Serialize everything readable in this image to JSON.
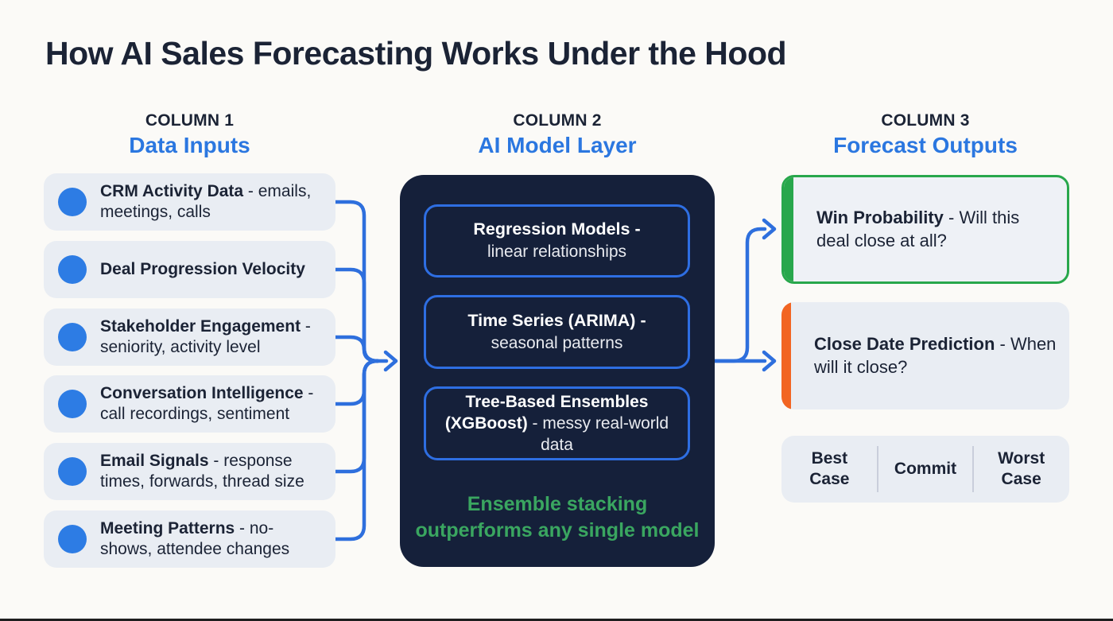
{
  "title": "How AI Sales Forecasting Works Under the Hood",
  "columns": {
    "inputs": {
      "eyebrow": "COLUMN 1",
      "heading": "Data Inputs"
    },
    "model": {
      "eyebrow": "COLUMN 2",
      "heading": "AI Model Layer"
    },
    "outputs": {
      "eyebrow": "COLUMN 3",
      "heading": "Forecast Outputs"
    }
  },
  "inputs": [
    {
      "name": "CRM Activity Data",
      "detail": " - emails, meetings, calls"
    },
    {
      "name": "Deal Progression Velocity",
      "detail": ""
    },
    {
      "name": "Stakeholder Engagement",
      "detail": " - seniority, activity level"
    },
    {
      "name": "Conversation Intelligence",
      "detail": " - call recordings, sentiment"
    },
    {
      "name": "Email Signals",
      "detail": " - response times, forwards, thread size"
    },
    {
      "name": "Meeting Patterns",
      "detail": " - no-shows, attendee changes"
    }
  ],
  "models": [
    {
      "name": "Regression Models -",
      "detail": "linear relationships"
    },
    {
      "name": "Time Series (ARIMA) -",
      "detail": "seasonal patterns"
    },
    {
      "name": "Tree-Based Ensembles (XGBoost)",
      "detail": " - messy real-world data"
    }
  ],
  "model_note": "Ensemble stacking outperforms any single model",
  "outputs": [
    {
      "name": "Win Probability",
      "detail": " - Will this deal close at all?",
      "accent": "#28a74c"
    },
    {
      "name": "Close Date Prediction",
      "detail": " - When will it close?",
      "accent": "#f26522"
    }
  ],
  "scenarios": [
    "Best Case",
    "Commit",
    "Worst Case"
  ],
  "colors": {
    "background": "#fbfaf7",
    "navy-text": "#1b2335",
    "heading-blue": "#2b77e0",
    "line-blue": "#2e6fdd",
    "bullet-blue": "#2d7ce4",
    "card-gray": "#e9edf3",
    "panel-navy": "#15203a",
    "inner-border-blue": "#2e6ee2",
    "green-accent": "#28a74c",
    "green-text": "#3aa660",
    "orange-accent": "#f26522"
  }
}
